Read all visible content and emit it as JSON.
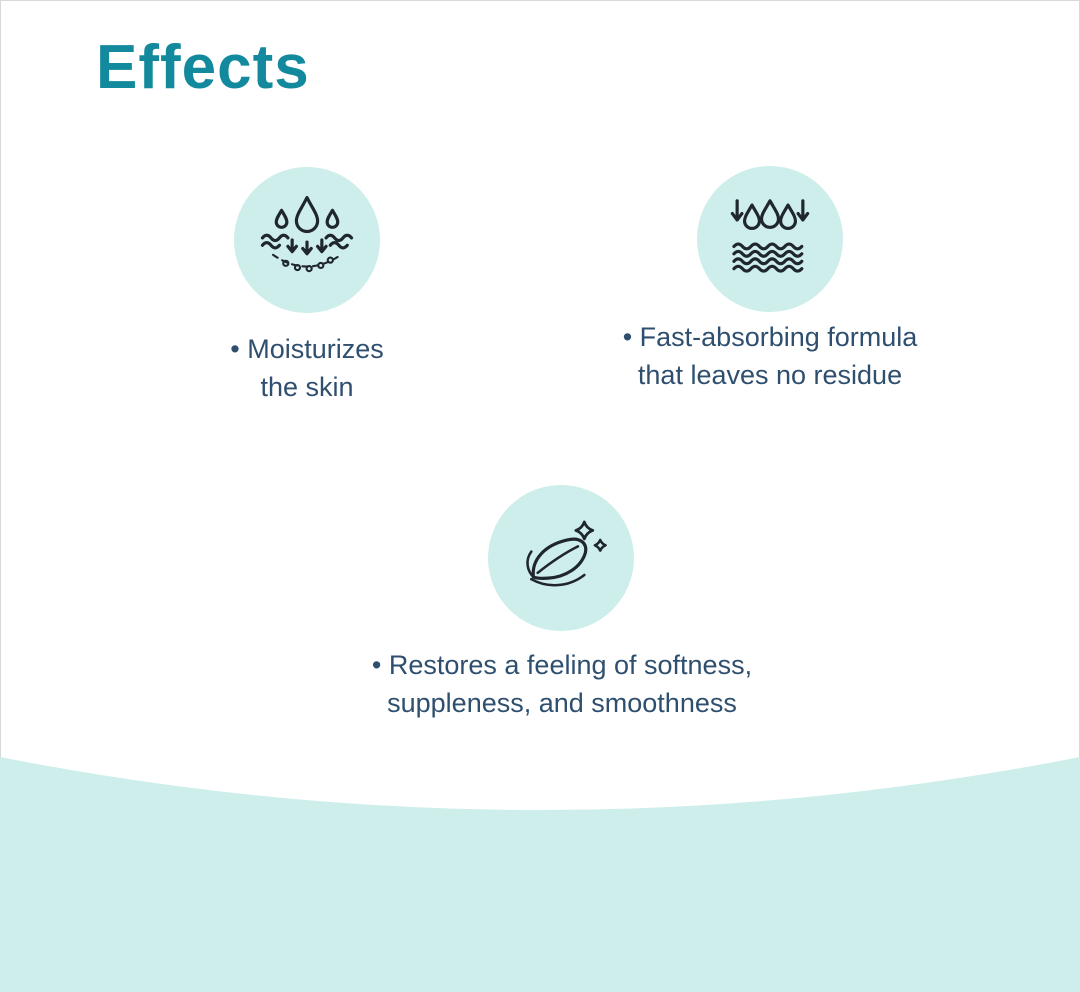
{
  "header": {
    "title": "Effects"
  },
  "features": [
    {
      "id": "moisturizes",
      "icon": "skin-moisture-icon",
      "line1": "• Moisturizes",
      "line2": "the skin"
    },
    {
      "id": "fast-absorbing",
      "icon": "absorbing-drops-icon",
      "line1": "• Fast-absorbing formula",
      "line2": "that leaves no residue"
    },
    {
      "id": "softness",
      "icon": "feather-sparkles-icon",
      "line1": "• Restores a feeling of softness,",
      "line2": "suppleness, and smoothness"
    }
  ],
  "colors": {
    "accent_teal": "#12899c",
    "text_navy": "#2f4f6f",
    "mint_background": "#cdeeea",
    "icon_line": "#20262e"
  }
}
